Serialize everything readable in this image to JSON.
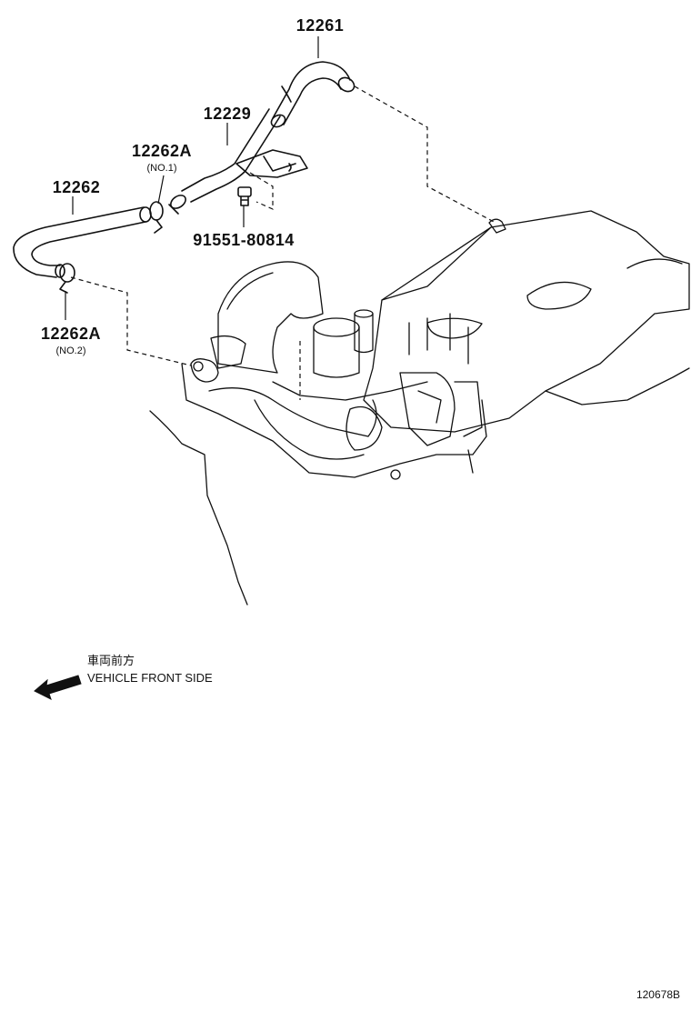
{
  "parts": {
    "p12261": "12261",
    "p12229": "12229",
    "p12262A_no1": "12262A",
    "p12262A_no1_sub": "(NO.1)",
    "p12262": "12262",
    "p91551": "91551-80814",
    "p12262A_no2": "12262A",
    "p12262A_no2_sub": "(NO.2)"
  },
  "direction": {
    "jp": "車両前方",
    "en": "VEHICLE FRONT SIDE",
    "icon": "arrow-left-icon"
  },
  "reference": "120678B"
}
